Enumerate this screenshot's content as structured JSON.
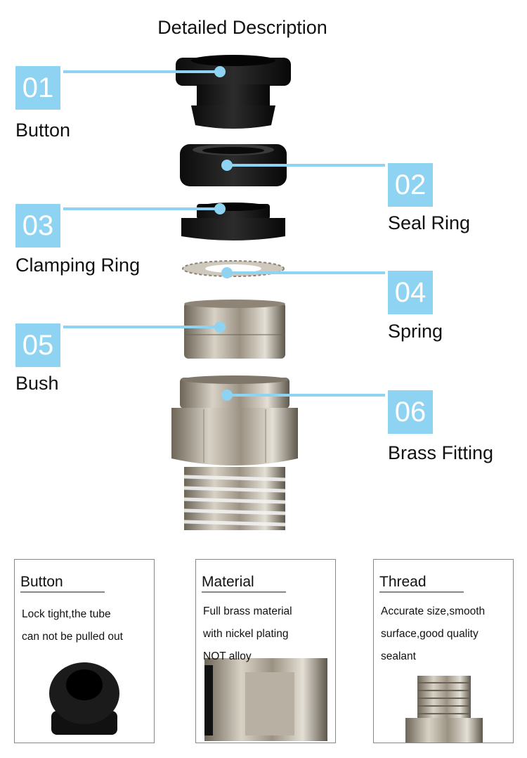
{
  "title": "Detailed Description",
  "parts": [
    {
      "num": "01",
      "label": "Button"
    },
    {
      "num": "02",
      "label": "Seal Ring"
    },
    {
      "num": "03",
      "label": "Clamping Ring"
    },
    {
      "num": "04",
      "label": "Spring"
    },
    {
      "num": "05",
      "label": "Bush"
    },
    {
      "num": "06",
      "label": "Brass Fitting"
    }
  ],
  "cards": [
    {
      "title": "Button",
      "lines": [
        "Lock tight,the tube",
        "can not be pulled out"
      ]
    },
    {
      "title": "Material",
      "lines": [
        "Full brass material",
        "with nickel plating",
        "NOT alloy"
      ]
    },
    {
      "title": "Thread",
      "lines": [
        "Accurate size,smooth",
        "surface,good quality",
        "sealant"
      ]
    }
  ],
  "colors": {
    "accent": "#8fd3f2"
  }
}
